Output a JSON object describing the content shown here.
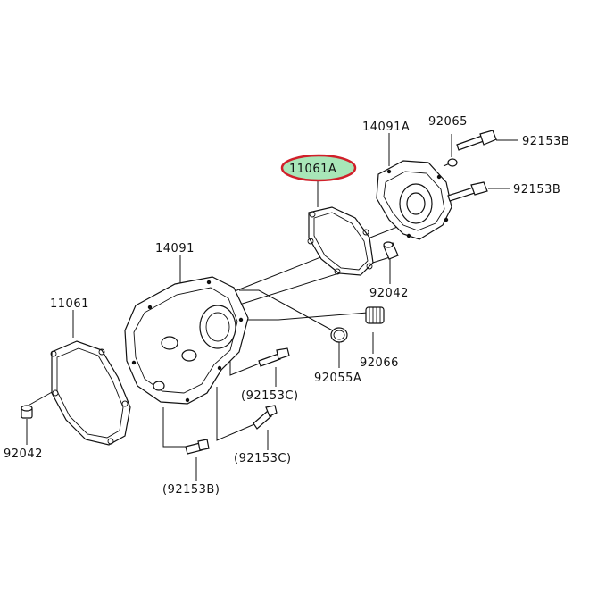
{
  "labels": {
    "part_14091A": "14091A",
    "part_92065": "92065",
    "part_92153B_top": "92153B",
    "part_11061A": "11061A",
    "part_92153B_mid": "92153B",
    "part_14091": "14091",
    "part_92042_right": "92042",
    "part_11061": "11061",
    "part_92066": "92066",
    "part_92055A": "92055A",
    "part_92153C_upper": "(92153C)",
    "part_92042_left": "92042",
    "part_92153C_lower": "(92153C)",
    "part_92153B_bottom": "(92153B)"
  },
  "highlight": {
    "target_label": "11061A",
    "fill_color": "#a8e6b8",
    "ring_color": "#d0202a"
  }
}
